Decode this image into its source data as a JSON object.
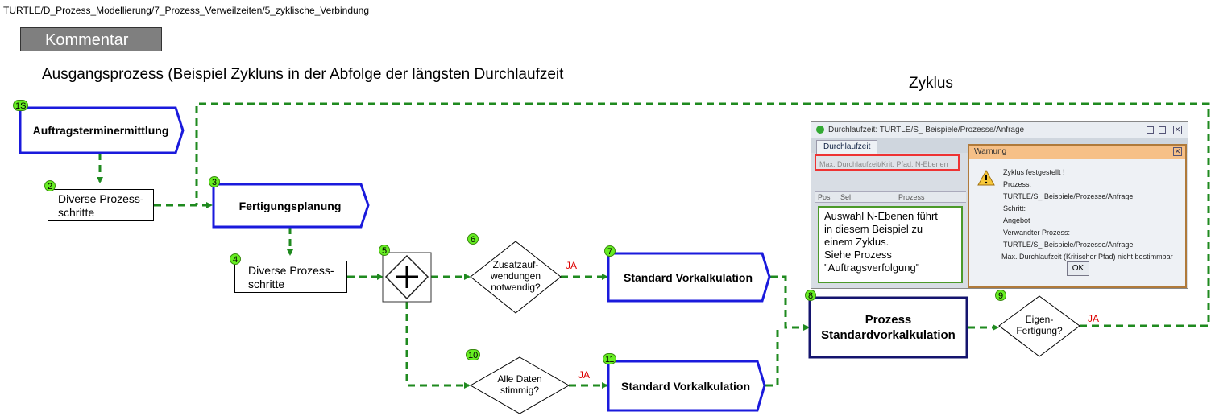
{
  "path": "TURTLE/D_Prozess_Modellierung/7_Prozess_Verweilzeiten/5_zyklische_Verbindung",
  "kommentar": "Kommentar",
  "headline": "Ausgangsprozess (Beispiel Zykluns in der Abfolge der längsten Durchlaufzeit",
  "zyklus_label": "Zyklus",
  "processes": {
    "p1": {
      "id": "1S",
      "label": "Auftragsterminermittlung"
    },
    "p3": {
      "id": "3",
      "label": "Fertigungsplanung"
    },
    "p7": {
      "id": "7",
      "label": "Standard Vorkalkulation"
    },
    "p11": {
      "id": "11",
      "label": "Standard Vorkalkulation"
    },
    "p8": {
      "id": "8",
      "label_line1": "Prozess",
      "label_line2": "Standardvorkalkulation"
    }
  },
  "steps": {
    "s2": {
      "id": "2",
      "line1": "Diverse Prozess-",
      "line2": "schritte"
    },
    "s4": {
      "id": "4",
      "line1": "Diverse Prozess-",
      "line2": "schritte"
    }
  },
  "gateway": {
    "id": "5"
  },
  "decisions": {
    "d6": {
      "id": "6",
      "line1": "Zusatzauf-",
      "line2": "wendungen",
      "line3": "notwendig?",
      "answer": "JA"
    },
    "d10": {
      "id": "10",
      "line1": "Alle Daten",
      "line2": "stimmig?",
      "answer": "JA"
    },
    "d9": {
      "id": "9",
      "line1": "Eigen-",
      "line2": "Fertigung?",
      "answer": "JA"
    }
  },
  "colors": {
    "process_border": "#1a1adc",
    "process8_border": "#14146e",
    "connector": "#1f8a1f",
    "answer": "#dd0000",
    "badge": "#66ee22"
  },
  "screenshot": {
    "title": "Durchlaufzeit: TURTLE/S_ Beispiele/Prozesse/Anfrage",
    "tab": "Durchlaufzeit",
    "field": "Max. Durchlaufzeit/Krit. Pfad: N-Ebenen",
    "col_pos": "Pos",
    "col_sel": "Sel",
    "col_prozess": "Prozess",
    "note": {
      "l1": "Auswahl N-Ebenen führt",
      "l2": "in diesem Beispiel zu",
      "l3": "einem Zyklus.",
      "l4": "Siehe Prozess",
      "l5": "\"Auftragsverfolgung\""
    },
    "warning": {
      "title": "Warnung",
      "l1": "Zyklus festgestellt !",
      "l2": "Prozess:",
      "l3": "TURTLE/S_ Beispiele/Prozesse/Anfrage",
      "l4": "Schritt:",
      "l5": "Angebot",
      "l6": "Verwandter Prozess:",
      "l7": "TURTLE/S_ Beispiele/Prozesse/Anfrage",
      "l8": "Max. Durchlaufzeit (Kritischer Pfad) nicht bestimmbar",
      "ok": "OK"
    },
    "icons": [
      "window-icon",
      "minimize-icon",
      "maximize-icon",
      "close-icon",
      "warning-icon"
    ]
  }
}
